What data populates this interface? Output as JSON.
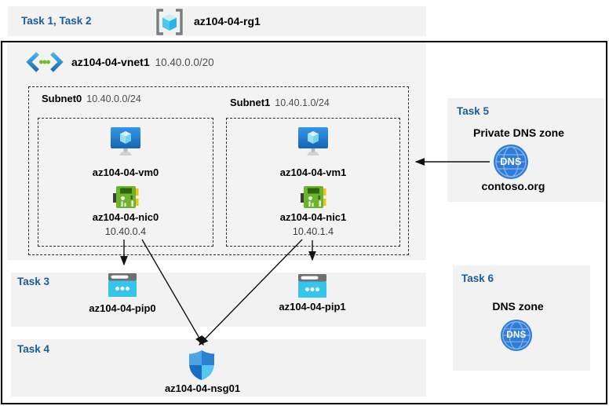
{
  "header": {
    "tasks_label": "Task 1, Task 2",
    "rg_name": "az104-04-rg1"
  },
  "vnet": {
    "name": "az104-04-vnet1",
    "cidr": "10.40.0.0/20",
    "subnets": [
      {
        "name": "Subnet0",
        "cidr": "10.40.0.0/24",
        "vm": "az104-04-vm0",
        "nic": "az104-04-nic0",
        "ip": "10.40.0.4"
      },
      {
        "name": "Subnet1",
        "cidr": "10.40.1.0/24",
        "vm": "az104-04-vm1",
        "nic": "az104-04-nic1",
        "ip": "10.40.1.4"
      }
    ]
  },
  "task3": {
    "label": "Task 3",
    "pips": [
      "az104-04-pip0",
      "az104-04-pip1"
    ]
  },
  "task4": {
    "label": "Task 4",
    "nsg": "az104-04-nsg01"
  },
  "task5": {
    "label": "Task 5",
    "title": "Private DNS zone",
    "zone": "contoso.org",
    "dns_text": "DNS"
  },
  "task6": {
    "label": "Task 6",
    "title": "DNS zone",
    "dns_text": "DNS"
  },
  "colors": {
    "task_label_blue": "#1c5c99",
    "band_gray": "#f2f2f2",
    "vnet_fill": "#f3f3f3",
    "dns_icon_blue": "#2e7cd6",
    "nic_green": "#6cb42c",
    "pip_cyan": "#35c4ec"
  }
}
